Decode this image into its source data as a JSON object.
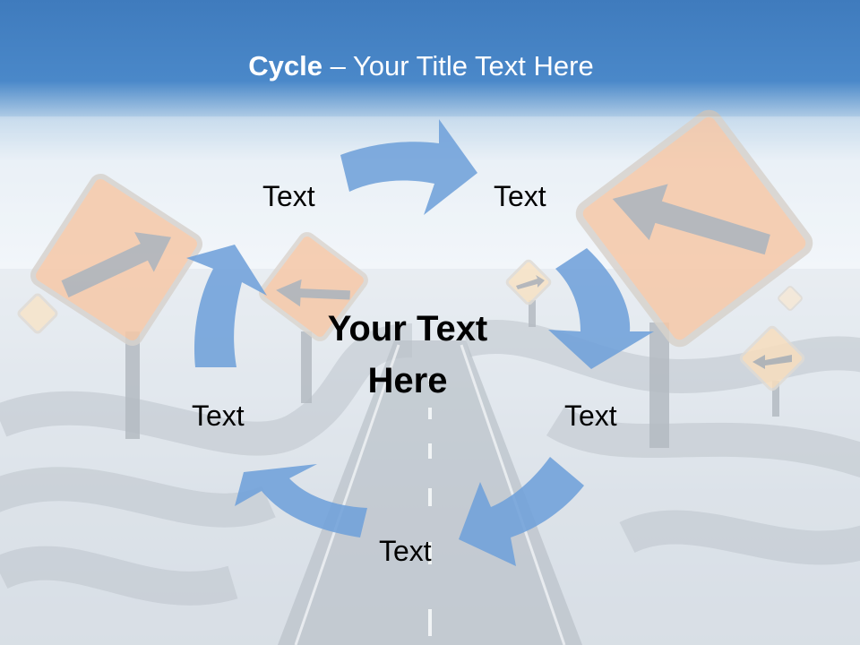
{
  "slide": {
    "title_bold": "Cycle",
    "title_rest": " – Your Title Text Here",
    "center_text_line1": "Your Text",
    "center_text_line2": "Here"
  },
  "cycle_items": [
    {
      "label": "Text"
    },
    {
      "label": "Text"
    },
    {
      "label": "Text"
    },
    {
      "label": "Text"
    },
    {
      "label": "Text"
    }
  ],
  "colors": {
    "sky_top": "#3f7bbd",
    "arrow": "#6fa1da",
    "sign_orange": "#f3b58a",
    "road": "#9aa3ad"
  }
}
